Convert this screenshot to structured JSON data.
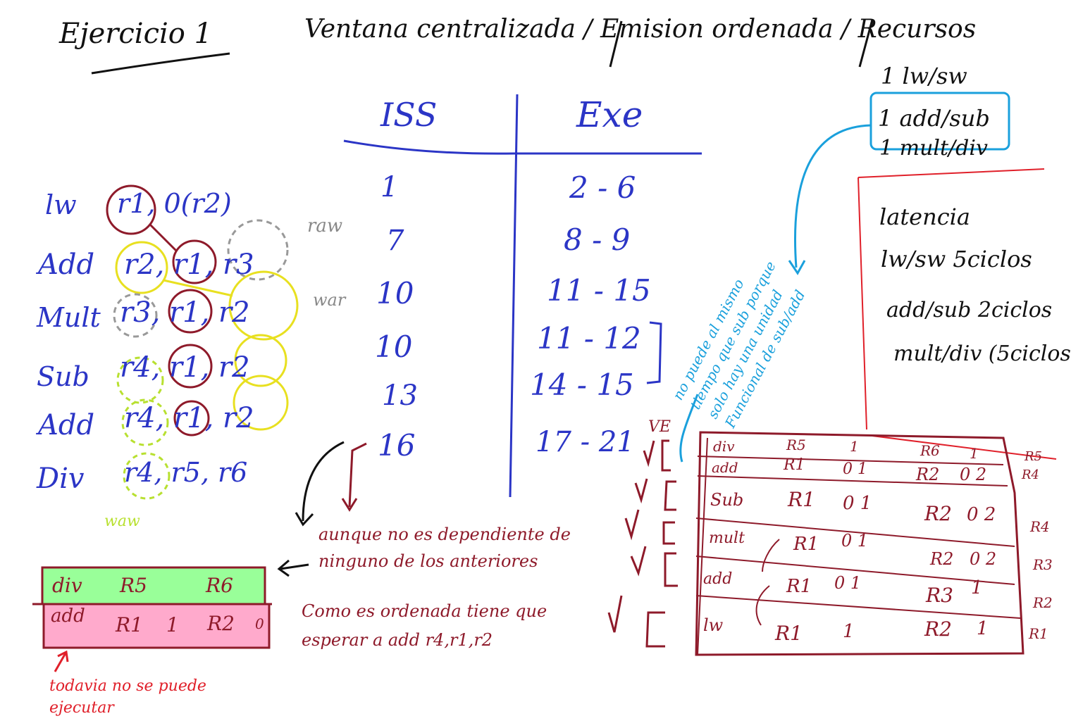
{
  "header": {
    "title": "Ejercicio 1",
    "subtitle": "Ventana centralizada / Emision ordenada / Recursos"
  },
  "resources": {
    "lines": [
      "1 lw/sw",
      "1 add/sub",
      "1 mult/div"
    ]
  },
  "latency": {
    "title": "latencia",
    "lines": [
      "lw/sw 5ciclos",
      "add/sub 2ciclos",
      "mult/div (5ciclos"
    ]
  },
  "program": {
    "rows": [
      {
        "op": "lw",
        "args": "r1, 0(r2)"
      },
      {
        "op": "Add",
        "args": "r2, r1, r3"
      },
      {
        "op": "Mult",
        "args": "r3, r1, r2"
      },
      {
        "op": "Sub",
        "args": "r4, r1, r2"
      },
      {
        "op": "Add",
        "args": "r4, r1, r2"
      },
      {
        "op": "Div",
        "args": "r4, r5, r6"
      }
    ],
    "raw_label": "raw",
    "war_label": "war",
    "waw_label": "waw"
  },
  "timeline": {
    "col_iss": "ISS",
    "col_exe": "Exe",
    "iss": [
      "1",
      "7",
      "10",
      "10",
      "13",
      "16"
    ],
    "exe": [
      "2 - 6",
      "8 - 9",
      "11 - 15",
      "11 - 12",
      "14 - 15",
      "17 - 21"
    ]
  },
  "notes": {
    "blue_note": "no puede al mismo tiempo que sub porque solo hay una unidad Funcional de sub/add",
    "maroon_note1": "aunque no es dependiente de ninguno de los anteriores",
    "maroon_note2": "Como es ordenada tiene que esperar a add r4,r1,r2",
    "red_note": "todavia no se puede ejecutar"
  },
  "window_small": {
    "rows": [
      {
        "op": "div",
        "a": "R5",
        "b": "",
        "c": "R6",
        "d": ""
      },
      {
        "op": "add",
        "a": "R1",
        "b": "1",
        "c": "R2",
        "d": "0"
      }
    ]
  },
  "window_large": {
    "ve_label": "VE",
    "rows": [
      {
        "op": "div",
        "a": "R5",
        "b": "1",
        "c": "R6",
        "d": "1",
        "tag": "R5"
      },
      {
        "op": "add",
        "a": "R1",
        "b": "0 1",
        "c": "R2",
        "d": "0 2",
        "tag": "R4"
      },
      {
        "op": "Sub",
        "a": "R1",
        "b": "0 1",
        "c": "R2",
        "d": "0 2",
        "tag": "R4"
      },
      {
        "op": "mult",
        "a": "R1",
        "b": "0 1",
        "c": "R2",
        "d": "0 2",
        "tag": "R3"
      },
      {
        "op": "add",
        "a": "R1",
        "b": "0 1",
        "c": "R3",
        "d": "1",
        "tag": "R2"
      },
      {
        "op": "lw",
        "a": "R1",
        "b": "1",
        "c": "R2",
        "d": "1",
        "tag": "R1"
      }
    ]
  }
}
